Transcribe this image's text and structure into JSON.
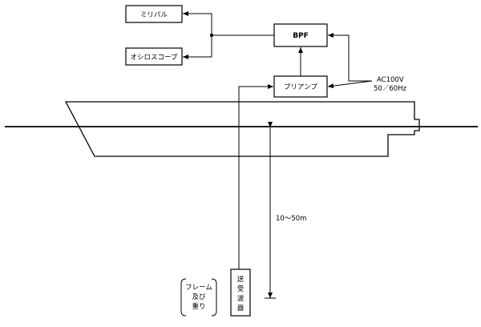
{
  "blocks": {
    "millivolt": "ミリバル",
    "oscilloscope": "オシロスコープ",
    "bpf": "BPF",
    "preamp": "プリアンプ",
    "transducer": [
      "送",
      "受",
      "波",
      "器"
    ]
  },
  "power": {
    "line1": "AC100V",
    "line2": "50／60Hz"
  },
  "depth_label": "10～50m",
  "frame_weight": [
    "フレーム",
    "及び",
    "重り"
  ]
}
